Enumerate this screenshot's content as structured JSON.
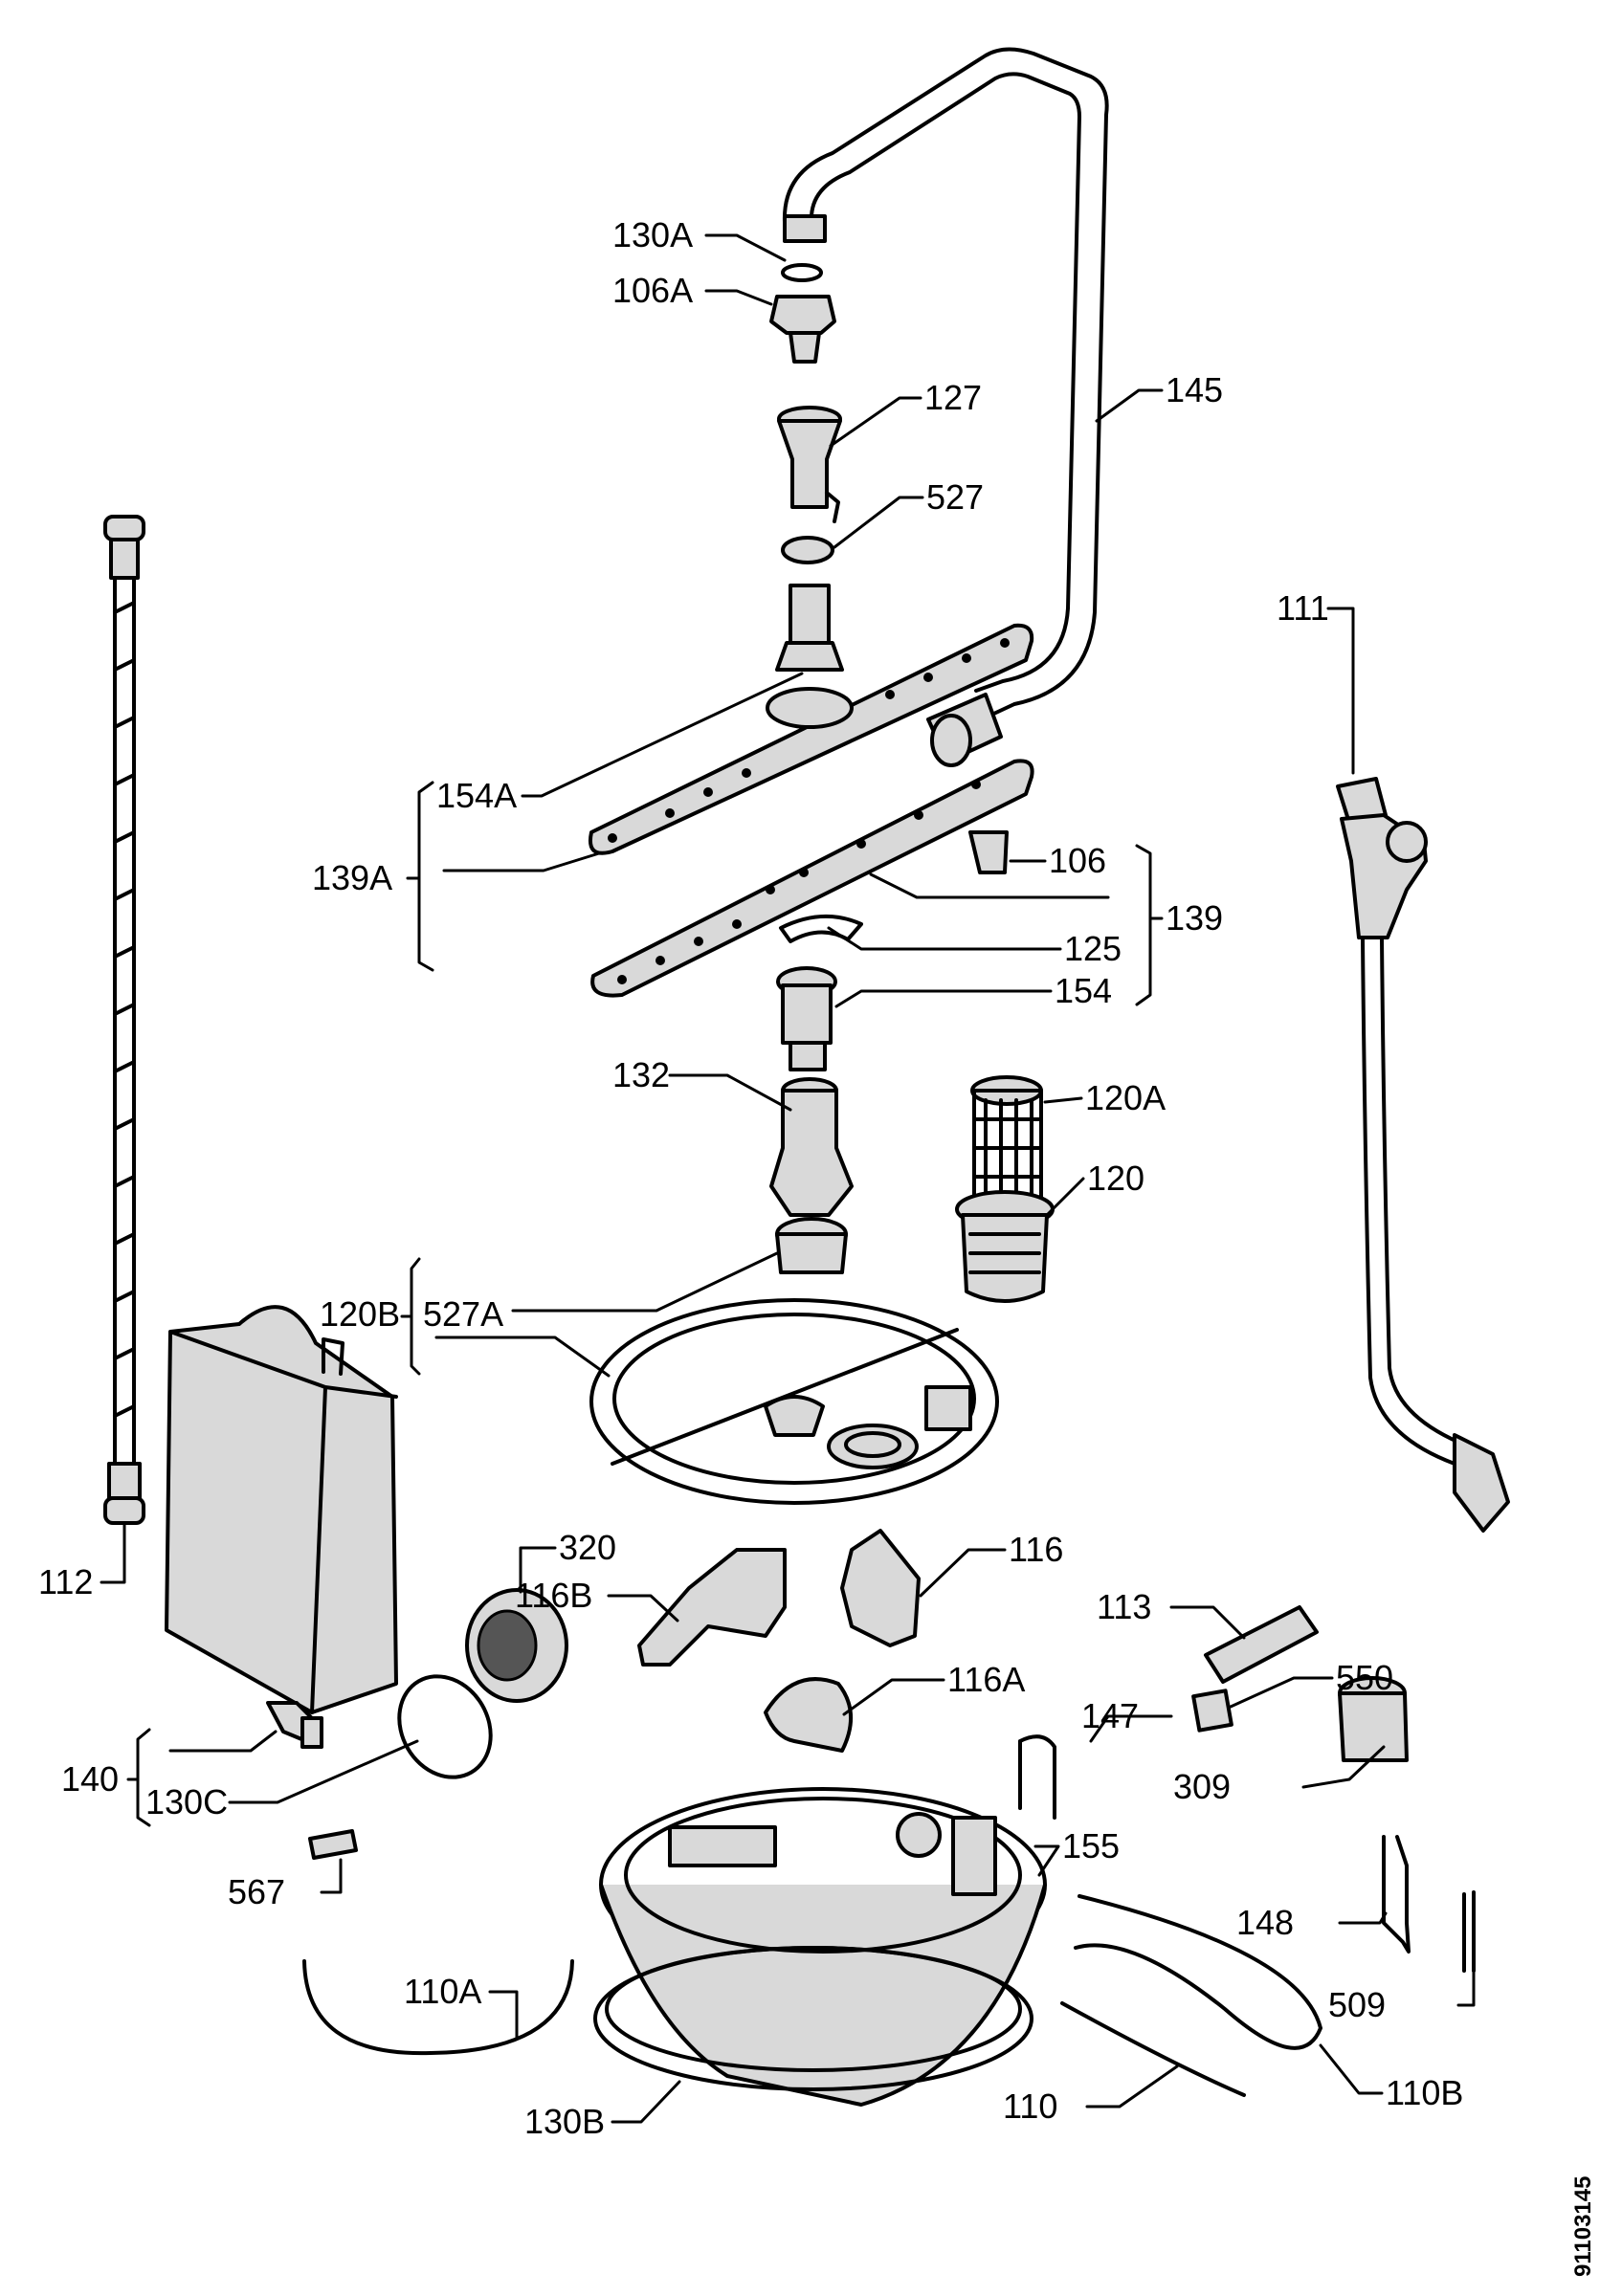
{
  "diagram": {
    "document_number": "91103145",
    "labels": {
      "l130A": "130A",
      "l106A": "106A",
      "l127": "127",
      "l145": "145",
      "l527": "527",
      "l111": "111",
      "l154A": "154A",
      "l139A": "139A",
      "l106": "106",
      "l139": "139",
      "l125": "125",
      "l154": "154",
      "l132": "132",
      "l120A": "120A",
      "l120": "120",
      "l120B": "120B",
      "l527A": "527A",
      "l112": "112",
      "l320": "320",
      "l116": "116",
      "l116B": "116B",
      "l113": "113",
      "l116A": "116A",
      "l550": "550",
      "l147": "147",
      "l140": "140",
      "l309": "309",
      "l130C": "130C",
      "l155": "155",
      "l567": "567",
      "l148": "148",
      "l509": "509",
      "l110A": "110A",
      "l110B": "110B",
      "l110": "110",
      "l130B": "130B"
    }
  }
}
